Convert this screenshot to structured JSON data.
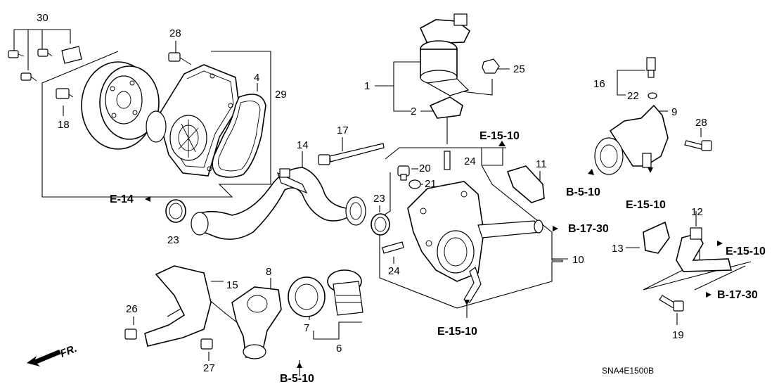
{
  "diagram_code": "SNA4E1500B",
  "direction_label": "FR.",
  "callouts": {
    "c1": "1",
    "c2": "2",
    "c4": "4",
    "c6": "6",
    "c7": "7",
    "c8": "8",
    "c9": "9",
    "c10": "10",
    "c11": "11",
    "c12": "12",
    "c13": "13",
    "c14": "14",
    "c15": "15",
    "c16": "16",
    "c17": "17",
    "c18": "18",
    "c19": "19",
    "c20": "20",
    "c21": "21",
    "c22": "22",
    "c23a": "23",
    "c23b": "23",
    "c24a": "24",
    "c24b": "24",
    "c25": "25",
    "c26": "26",
    "c27": "27",
    "c28a": "28",
    "c28b": "28",
    "c29": "29",
    "c30": "30"
  },
  "refs": {
    "e14": "E-14",
    "e1510_top": "E-15-10",
    "e1510_right": "E-15-10",
    "e1510_far": "E-15-10",
    "e1510_bottom": "E-15-10",
    "b510_right": "B-5-10",
    "b510_bottom": "B-5-10",
    "b1730_mid": "B-17-30",
    "b1730_far": "B-17-30"
  },
  "colors": {
    "ink": "#000000",
    "paper": "#ffffff"
  }
}
